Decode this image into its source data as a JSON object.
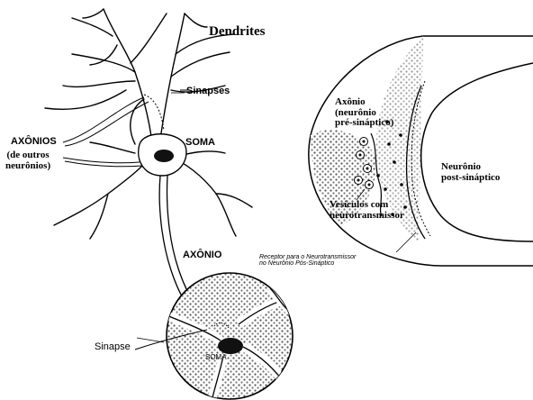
{
  "labels": {
    "dendrites": "Dendrites",
    "sinapses": "Sinapses",
    "soma": "SOMA",
    "axonios": "AXÔNIOS",
    "axonios_sub_1": "(de outros",
    "axonios_sub_2": "neurônios)",
    "axonio": "AXÔNIO",
    "sinapse": "Sinapse",
    "soma_small": "SOMA",
    "axonio_pre_1": "Axônio",
    "axonio_pre_2": "(neurônio",
    "axonio_pre_3": "pré-sináptico)",
    "neuronio_post_1": "Neurônio",
    "neuronio_post_2": "post-sináptico",
    "vesiculos_1": "Vesículos com",
    "vesiculos_2": "neurotransmissor",
    "receptor_1": "Receptor para o Neurotransmissor",
    "receptor_2": "no Neurônio Pós-Sináptico"
  }
}
